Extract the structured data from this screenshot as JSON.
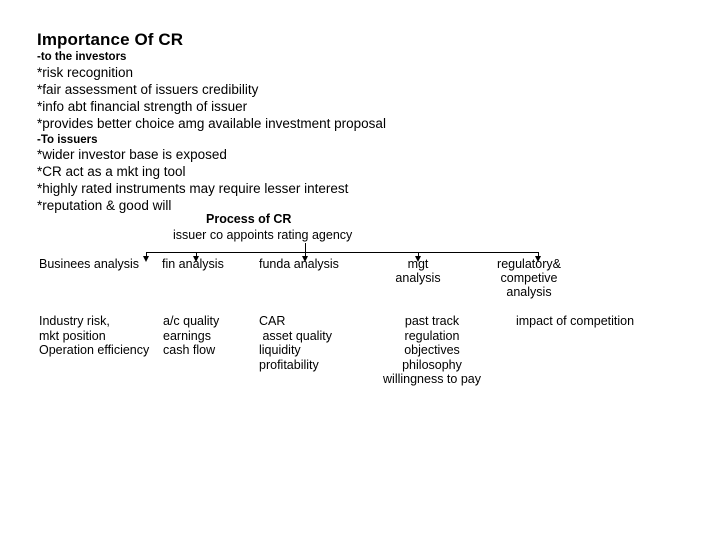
{
  "slide": {
    "title": "Importance Of CR",
    "sections": [
      {
        "heading": "-to the investors",
        "bullets": [
          "*risk recognition",
          "*fair assessment of issuers credibility",
          "*info abt financial strength of issuer",
          "*provides better choice amg  available investment proposal"
        ]
      },
      {
        "heading": "-To issuers",
        "bullets": [
          "*wider investor base is exposed",
          "*CR act as a mkt ing tool",
          "*highly rated instruments may require lesser interest",
          "*reputation & good will"
        ]
      }
    ]
  },
  "process": {
    "title": "Process of CR",
    "root": "issuer co appoints rating agency",
    "branches": [
      {
        "label": "Businees analysis",
        "details": "Industry risk,\nmkt position\nOperation efficiency"
      },
      {
        "label": "fin analysis",
        "details": "a/c quality\nearnings\ncash flow"
      },
      {
        "label": "funda analysis",
        "details": "CAR\n asset quality\nliquidity\nprofitability"
      },
      {
        "label": "mgt\nanalysis",
        "details": "past track\nregulation\nobjectives\nphilosophy\nwillingness to pay"
      },
      {
        "label": "regulatory&\ncompetive\nanalysis",
        "details": "impact of competition"
      }
    ]
  },
  "colors": {
    "background": "#ffffff",
    "text": "#000000",
    "connector": "#000000"
  }
}
